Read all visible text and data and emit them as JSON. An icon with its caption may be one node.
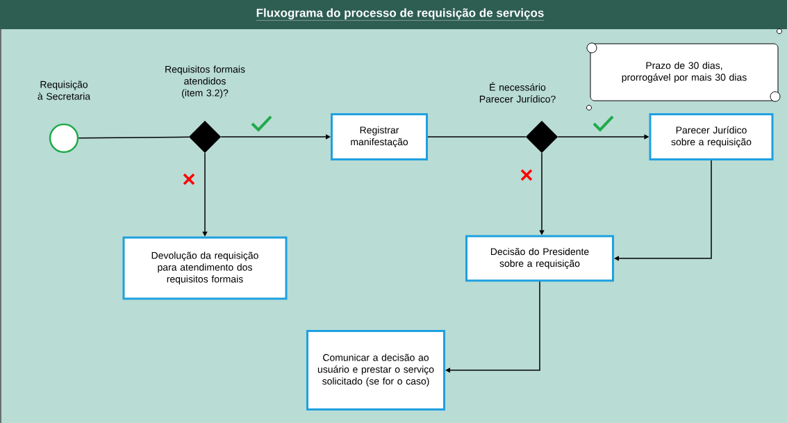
{
  "diagram": {
    "title": "Fluxograma do processo de requisição de serviços",
    "nodes": [
      {
        "text": [],
        "shape": "circle",
        "beside": [
          "Requisição à Secretaria"
        ]
      },
      {
        "text": [],
        "shape": "diamond",
        "beside": [
          "Requisitos formais atendidos (item 3.2)?"
        ]
      },
      {
        "text": [
          "Registrar manifestação"
        ]
      },
      {
        "text": [],
        "shape": "diamond",
        "beside": [
          "É necessário Parecer Jurídico?"
        ]
      },
      {
        "text": [
          "Parecer Jurídico sobre a requisição"
        ]
      },
      {
        "text": [
          "Devolução da requisição para atendimento dos requisitos formais"
        ]
      },
      {
        "text": [
          "Decisão do Presidente sobre a requisição"
        ]
      },
      {
        "text": [
          "Comunicar a decisão ao usuário e prestar o serviço solicitado (se for o caso)"
        ]
      },
      {
        "text": [
          "Prazo de 30 dias, prorrogável por mais 30 dias"
        ]
      }
    ],
    "edges": [
      {
        "from": 0,
        "to": 1,
        "arrow": "none"
      },
      {
        "from": 1,
        "to": 2,
        "arrow": "to"
      },
      {
        "from": 1,
        "to": 5,
        "arrow": "to"
      },
      {
        "from": 2,
        "to": 3,
        "arrow": "none"
      },
      {
        "from": 3,
        "to": 4,
        "arrow": "to"
      },
      {
        "from": 3,
        "to": 6,
        "arrow": "to"
      },
      {
        "from": 4,
        "to": 6,
        "arrow": "to"
      },
      {
        "from": 6,
        "to": 7,
        "arrow": "to"
      }
    ]
  }
}
